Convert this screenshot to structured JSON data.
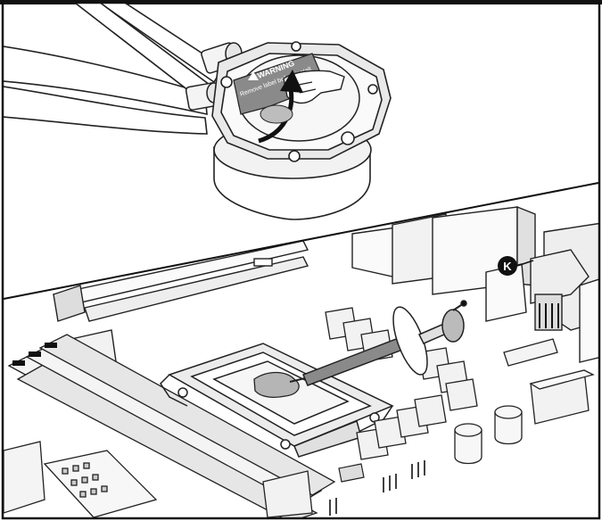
{
  "figure": {
    "step_marker": "K",
    "warning_label": {
      "title": "WARNING",
      "text": "Remove label before install"
    }
  },
  "colors": {
    "border": "#111111",
    "line": "#222222",
    "light_fill": "#e9e9e9",
    "mid_fill": "#cfcfcf",
    "label_fill": "#8a8a8a",
    "paste_fill": "#b5b5b5",
    "marker_fill": "#111111"
  }
}
